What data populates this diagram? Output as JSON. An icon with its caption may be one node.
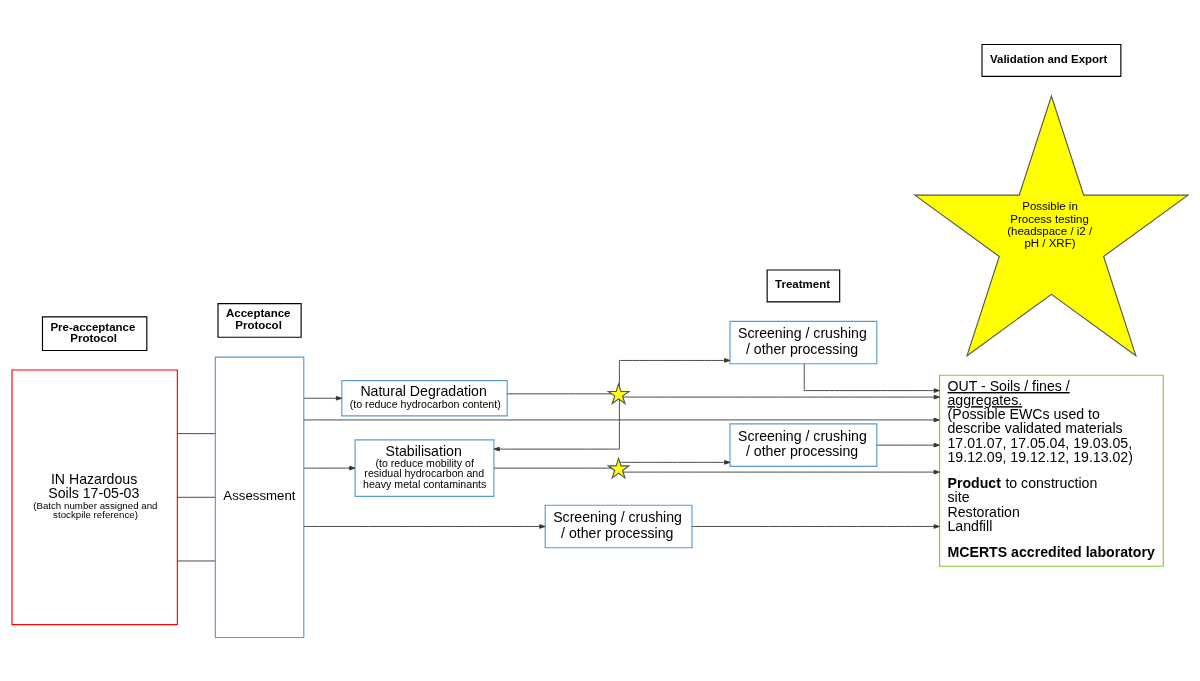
{
  "diagram": {
    "nodes": [
      {
        "text": [
          "IN Hazardous Soils 17-05-03",
          "(Batch number assigned and stockpile reference)"
        ]
      },
      {
        "text": [
          "Assessment"
        ]
      },
      {
        "text": [
          "Natural Degradation",
          "(to reduce hydrocarbon content)"
        ]
      },
      {
        "text": [
          "Stabilisation",
          "(to reduce mobility of residual hydrocarbon and heavy metal contaminants"
        ]
      },
      {
        "text": [
          "Screening / crushing / other processing"
        ]
      },
      {
        "text": [
          "Screening / crushing / other processing"
        ]
      },
      {
        "text": [
          "Screening / crushing / other processing"
        ]
      },
      {
        "text": [],
        "shape": "star"
      },
      {
        "text": [],
        "shape": "star"
      },
      {
        "text": [
          "OUT - Soils / fines / aggregates.",
          "(Possible EWCs used to describe validated materials 17.01.07, 17.05.04, 19.03.05, 19.12.09, 19.12.12, 19.13.02)",
          "**Product** to construction site",
          "Restoration",
          "Landfill",
          "MCERTS accredited laboratory"
        ]
      },
      {
        "text": [
          "Possible in Process testing (headspace / i2 / pH / XRF)"
        ]
      },
      {
        "text": [
          "Pre-acceptance Protocol"
        ]
      },
      {
        "text": [
          "Acceptance Protocol"
        ]
      },
      {
        "text": [
          "Treatment"
        ]
      },
      {
        "text": [
          "Validation and Export"
        ]
      }
    ],
    "edges": [
      {
        "from": 0,
        "to": 1,
        "arrow": "none"
      },
      {
        "from": 0,
        "to": 1,
        "arrow": "none"
      },
      {
        "from": 0,
        "to": 1,
        "arrow": "none"
      },
      {
        "from": 1,
        "to": 9,
        "arrow": "to"
      },
      {
        "from": 1,
        "to": 4,
        "arrow": "to"
      },
      {
        "from": 1,
        "to": 2,
        "arrow": "to"
      },
      {
        "from": 1,
        "to": 3,
        "arrow": "to"
      },
      {
        "from": 4,
        "to": 9,
        "arrow": "to"
      },
      {
        "from": 2,
        "to": 7,
        "arrow": "none"
      },
      {
        "from": 7,
        "to": 9,
        "arrow": "to"
      },
      {
        "from": 7,
        "to": 5,
        "arrow": "to"
      },
      {
        "from": 7,
        "to": 3,
        "arrow": "to"
      },
      {
        "from": 5,
        "to": 9,
        "arrow": "to"
      },
      {
        "from": 3,
        "to": 8,
        "arrow": "none"
      },
      {
        "from": 8,
        "to": 9,
        "arrow": "to"
      },
      {
        "from": 8,
        "to": 6,
        "arrow": "to"
      },
      {
        "from": 6,
        "to": 9,
        "arrow": "to"
      }
    ]
  }
}
